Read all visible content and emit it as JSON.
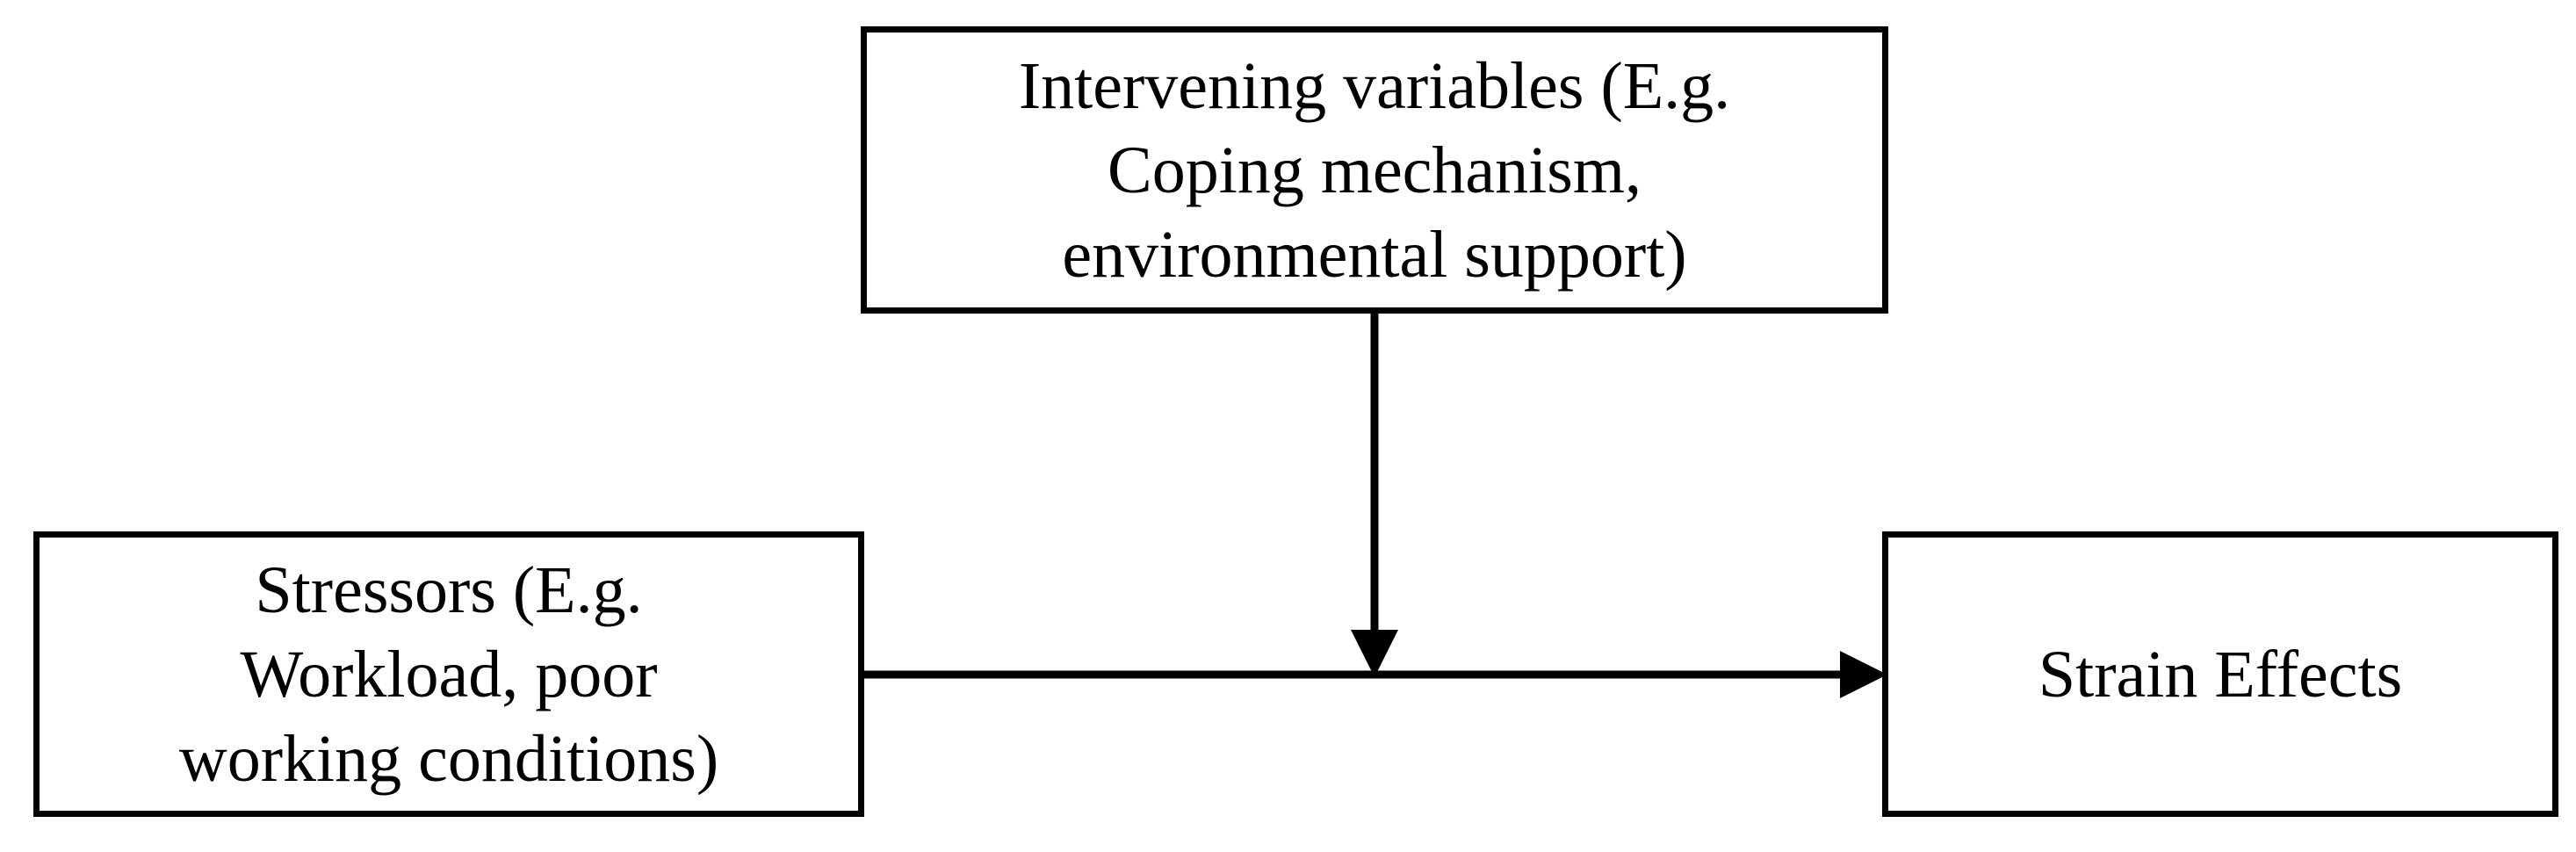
{
  "diagram": {
    "intervening": {
      "lines": [
        "Intervening variables (E.g.",
        "Coping mechanism,",
        "environmental support)"
      ]
    },
    "stressors": {
      "lines": [
        "Stressors (E.g.",
        "Workload, poor",
        "working conditions)"
      ]
    },
    "strain": {
      "lines": [
        "Strain Effects"
      ]
    },
    "colors": {
      "stroke": "#000000",
      "background": "#ffffff"
    }
  }
}
